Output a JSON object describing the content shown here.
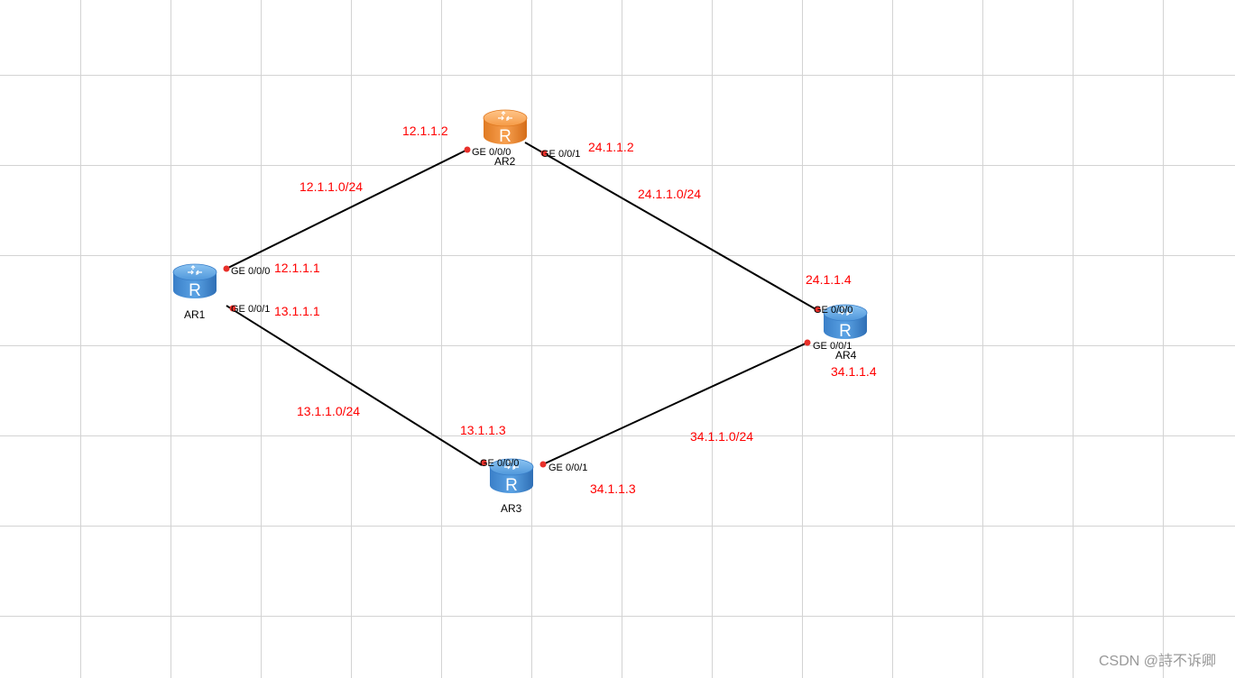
{
  "routers": [
    {
      "id": "ar1",
      "name": "AR1",
      "color": "blue"
    },
    {
      "id": "ar2",
      "name": "AR2",
      "color": "orange"
    },
    {
      "id": "ar3",
      "name": "AR3",
      "color": "blue"
    },
    {
      "id": "ar4",
      "name": "AR4",
      "color": "blue"
    }
  ],
  "router_icon_letter": "R",
  "links": [
    {
      "id": "ar1-ar2",
      "subnet": "12.1.1.0/24"
    },
    {
      "id": "ar2-ar4",
      "subnet": "24.1.1.0/24"
    },
    {
      "id": "ar1-ar3",
      "subnet": "13.1.1.0/24"
    },
    {
      "id": "ar3-ar4",
      "subnet": "34.1.1.0/24"
    }
  ],
  "interfaces": {
    "ar1_g0": {
      "name": "GE 0/0/0",
      "ip": "12.1.1.1"
    },
    "ar1_g1": {
      "name": "GE 0/0/1",
      "ip": "13.1.1.1"
    },
    "ar2_g0": {
      "name": "GE 0/0/0",
      "ip": "12.1.1.2"
    },
    "ar2_g1": {
      "name": "GE 0/0/1",
      "ip": "24.1.1.2"
    },
    "ar3_g0": {
      "name": "GE 0/0/0",
      "ip": "13.1.1.3"
    },
    "ar3_g1": {
      "name": "GE 0/0/1",
      "ip": "34.1.1.3"
    },
    "ar4_g0": {
      "name": "GE 0/0/0",
      "ip": "24.1.1.4"
    },
    "ar4_g1": {
      "name": "GE 0/0/1",
      "ip": "34.1.1.4"
    }
  },
  "watermark": "CSDN @詩不诉卿",
  "colors": {
    "ip_label": "#ff0000",
    "port_dot": "#e8302a",
    "router_blue": "#4a90d9",
    "router_orange": "#f08a30",
    "link": "#000000",
    "grid": "#d3d3d3"
  }
}
